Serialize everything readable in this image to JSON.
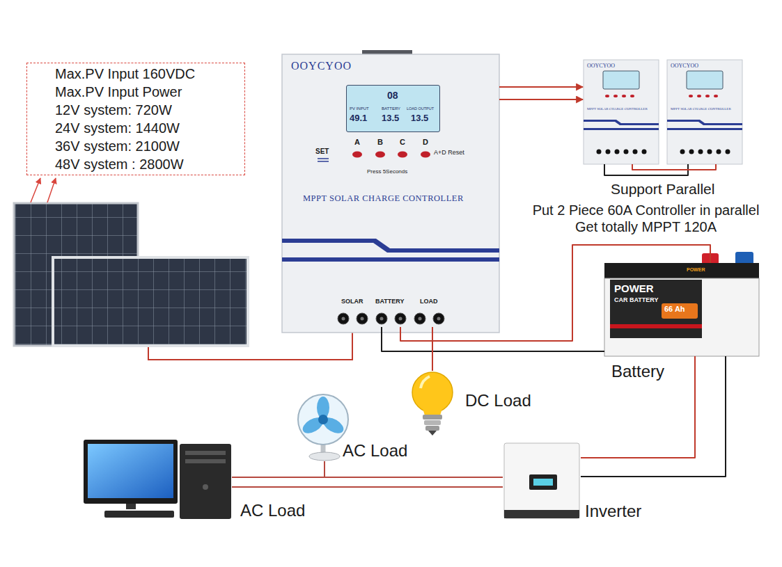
{
  "diagram": {
    "nodes": [
      {
        "text": [
          "Max.PV Input 160VDC",
          "Max.PV Input Power",
          "12V system: 720W",
          "24V system: 1440W",
          "36V system: 2100W",
          "48V system : 2800W"
        ]
      },
      {
        "text": [
          "OOYCYOO",
          "SET",
          "A",
          "B",
          "C",
          "D",
          "A+D Reset",
          "Press 5Seconds",
          "MPPT SOLAR CHARGE CONTROLLER",
          "SOLAR",
          "BATTERY",
          "LOAD"
        ]
      },
      {
        "text": [
          "PV INPUT",
          "49.1",
          "08",
          "BATTERY",
          "13.5",
          "LOAD OUTPUT",
          "13.5"
        ],
        "in": 1
      },
      {
        "text": [
          "OOYCYOO",
          "MPPT SOLAR CHARGE CONTROLLER"
        ]
      },
      {
        "text": [
          "OOYCYOO",
          "MPPT SOLAR CHARGE CONTROLLER"
        ]
      },
      {
        "text": [
          "Battery",
          "POWER",
          "CAR BATTERY",
          "66 Ah",
          "POWER"
        ]
      },
      {
        "text": [
          "DC Load"
        ]
      },
      {
        "text": [
          "AC Load"
        ]
      },
      {
        "text": [
          "AC Load"
        ]
      },
      {
        "text": [
          "Inverter"
        ]
      }
    ],
    "edges": [
      {
        "from": 1,
        "to": 3,
        "arrow": "to"
      },
      {
        "from": 1,
        "to": 5,
        "arrow": "none"
      },
      {
        "from": 1,
        "to": 6,
        "arrow": "none"
      },
      {
        "from": 5,
        "to": 9,
        "arrow": "none"
      },
      {
        "from": 9,
        "to": 8,
        "arrow": "none"
      },
      {
        "from": 9,
        "to": 7,
        "arrow": "none"
      },
      {
        "from": 3,
        "to": 4,
        "arrow": "none"
      }
    ],
    "labels": [
      "Support Parallel",
      "Put 2 Piece 60A Controller in parallel Get totally MPPT 120A"
    ]
  }
}
